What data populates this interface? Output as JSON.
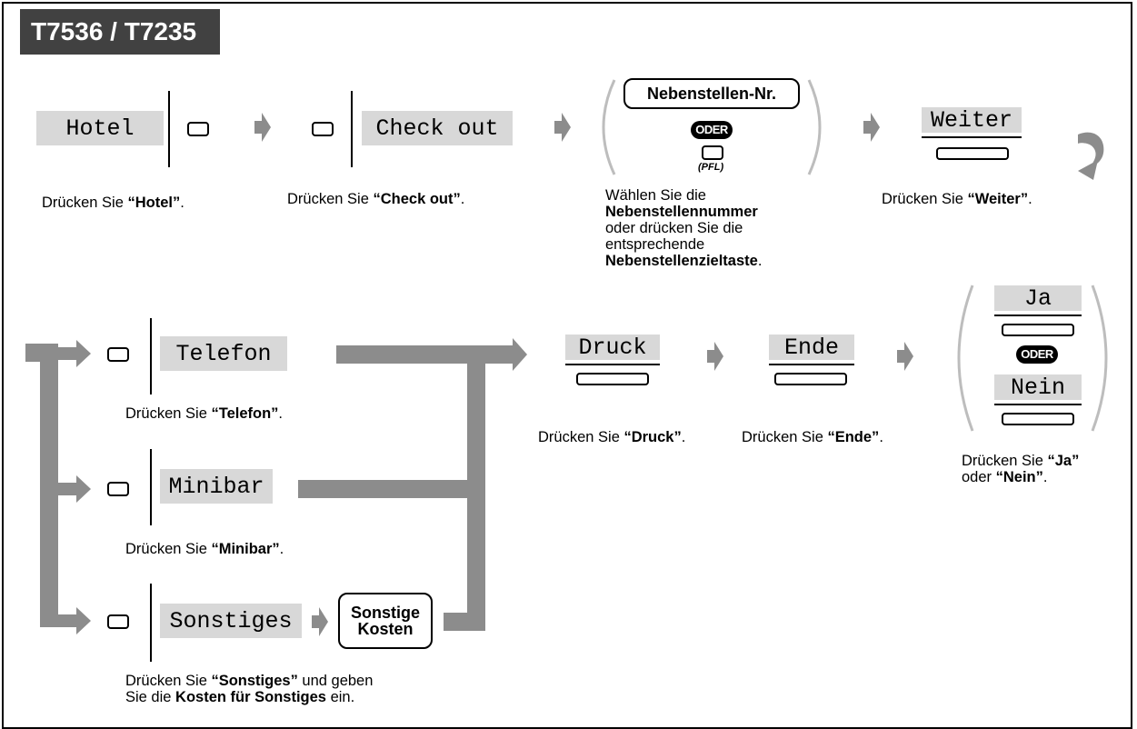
{
  "title": "T7536 / T7235",
  "displays": {
    "hotel": "Hotel",
    "check_out": "Check out",
    "weiter": "Weiter",
    "telefon": "Telefon",
    "minibar": "Minibar",
    "sonstiges": "Sonstiges",
    "druck": "Druck",
    "ende": "Ende",
    "ja": "Ja",
    "nein": "Nein"
  },
  "keys": {
    "nebenstellen_nr": "Nebenstellen-Nr.",
    "pfl": "(PFL)",
    "sonstige_kosten_line1": "Sonstige",
    "sonstige_kosten_line2": "Kosten"
  },
  "oder": "ODER",
  "captions": {
    "press_prefix": "Drücken Sie ",
    "hotel": "“Hotel”",
    "check_out": "“Check out”",
    "weiter": "“Weiter”",
    "telefon": "“Telefon”",
    "minibar": "“Minibar”",
    "druck": "“Druck”",
    "ende": "“Ende”",
    "ja": "“Ja”",
    "oder_lc": "oder ",
    "nein": "“Nein”",
    "period": ".",
    "dial_line1": "Wählen Sie die",
    "dial_line2": "Nebenstellennummer",
    "dial_line3": "oder drücken Sie die",
    "dial_line4": "entsprechende",
    "dial_line5": "Nebenstellenzieltaste",
    "sonstiges": "“Sonstiges”",
    "sonstiges_rest1": " und geben",
    "sonstiges_line2_prefix": "Sie die ",
    "sonstiges_line2_bold": "Kosten für Sonstiges",
    "sonstiges_line2_suffix": " ein."
  },
  "colors": {
    "arrow_gray": "#8c8c8c",
    "display_gray": "#d8d8d8",
    "title_bg": "#414141"
  }
}
